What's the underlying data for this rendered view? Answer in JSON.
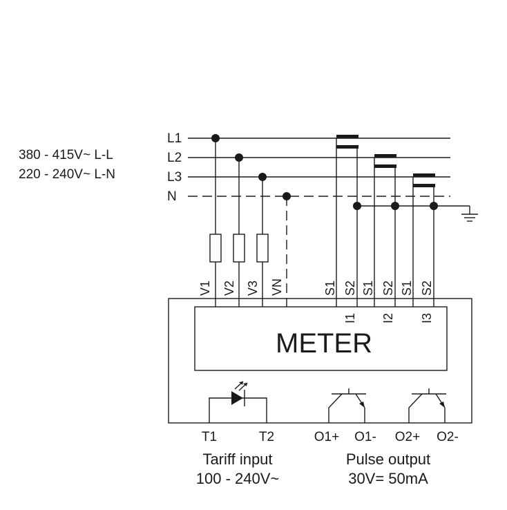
{
  "supply": {
    "voltage_ll": "380 - 415V~ L-L",
    "voltage_ln": "220 - 240V~ L-N",
    "lines": [
      "L1",
      "L2",
      "L3",
      "N"
    ]
  },
  "voltage_terminals": [
    "V1",
    "V2",
    "V3",
    "VN"
  ],
  "ct_terminals": [
    "S1",
    "S2",
    "S1",
    "S2",
    "S1",
    "S2"
  ],
  "current_inputs": [
    "I1",
    "I2",
    "I3"
  ],
  "meter": {
    "title": "METER"
  },
  "tariff": {
    "terminals": [
      "T1",
      "T2"
    ],
    "caption_line1": "Tariff input",
    "caption_line2": "100 - 240V~"
  },
  "pulse": {
    "terminals": [
      "O1+",
      "O1-",
      "O2+",
      "O2-"
    ],
    "caption_line1": "Pulse output",
    "caption_line2": "30V= 50mA"
  }
}
